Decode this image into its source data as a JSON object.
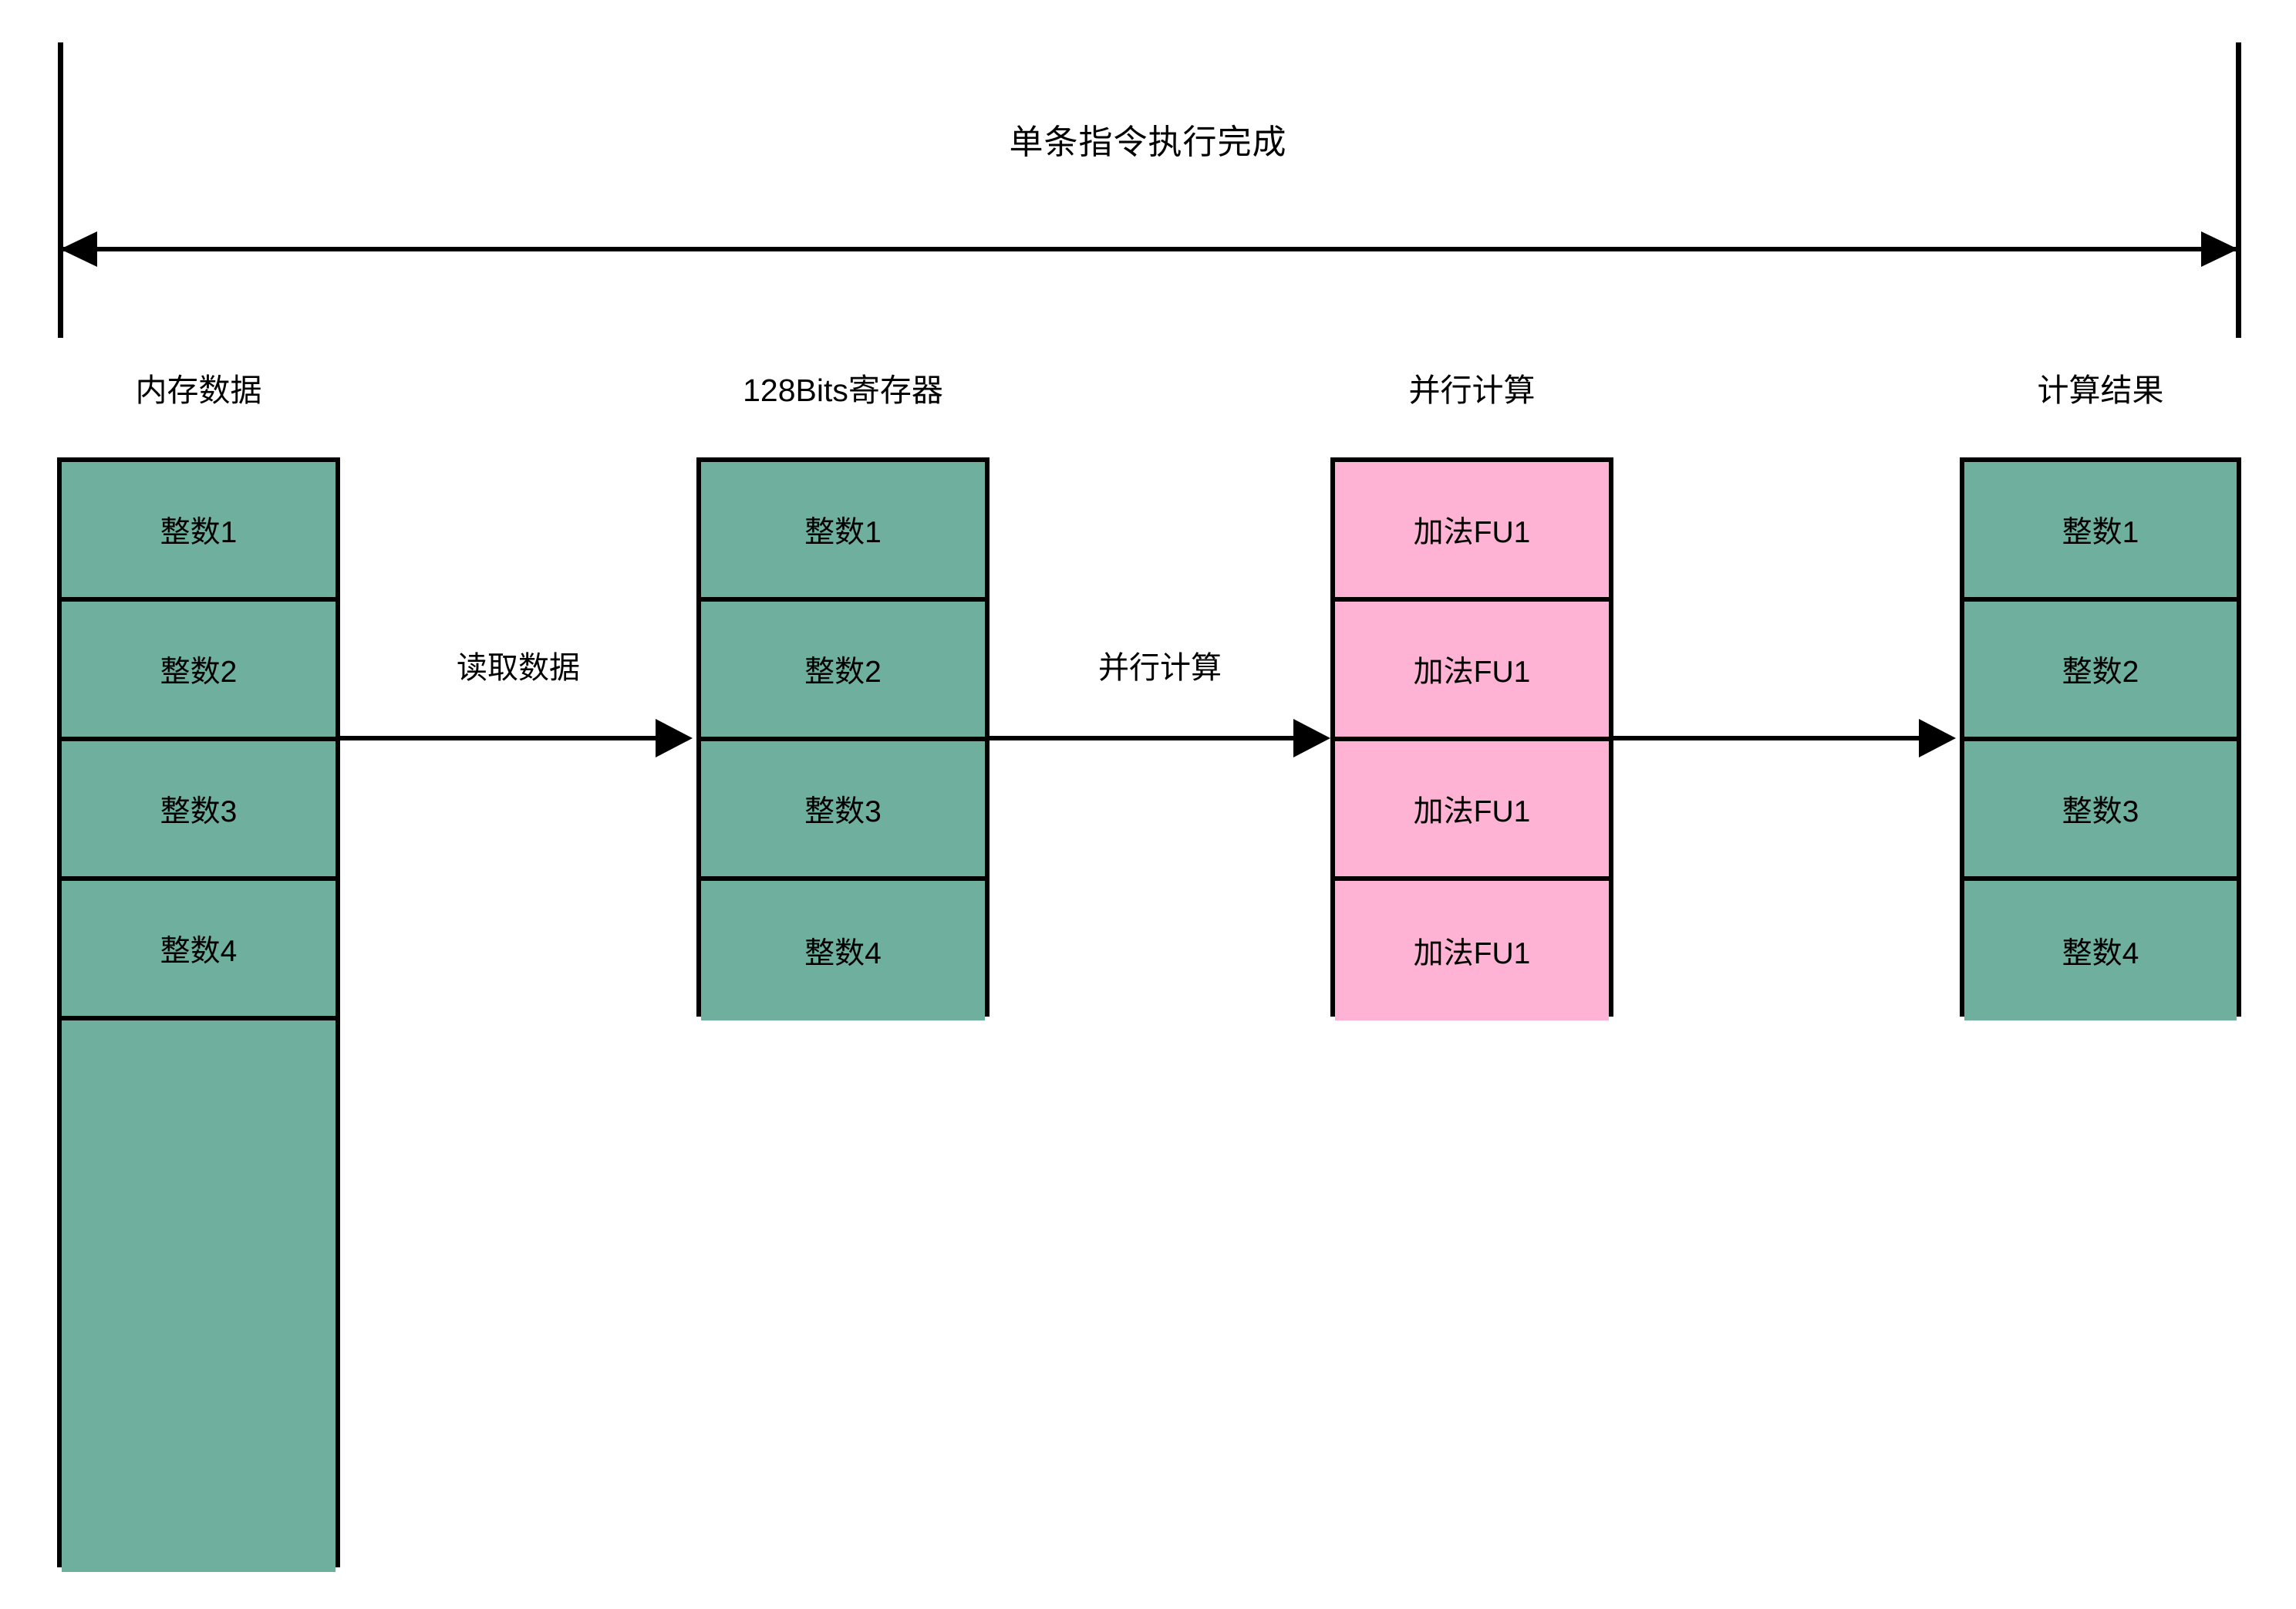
{
  "diagram": {
    "timeline": {
      "caption": "单条指令执行完成"
    },
    "columns": [
      {
        "id": "memory",
        "header": "内存数据",
        "fill": "#6FAF9E",
        "cells": [
          "整数1",
          "整数2",
          "整数3",
          "整数4",
          "",
          "",
          "",
          ""
        ]
      },
      {
        "id": "register",
        "header": "128Bits寄存器",
        "fill": "#6FAF9E",
        "cells": [
          "整数1",
          "整数2",
          "整数3",
          "整数4"
        ]
      },
      {
        "id": "parallel-compute",
        "header": "并行计算",
        "fill": "#FFB3D4",
        "cells": [
          "加法FU1",
          "加法FU1",
          "加法FU1",
          "加法FU1"
        ]
      },
      {
        "id": "result",
        "header": "计算结果",
        "fill": "#6FAF9E",
        "cells": [
          "整数1",
          "整数2",
          "整数3",
          "整数4"
        ]
      }
    ],
    "arrows": [
      {
        "id": "read-data",
        "label": "读取数据"
      },
      {
        "id": "parallel-compute",
        "label": "并行计算"
      },
      {
        "id": "writeback",
        "label": ""
      }
    ],
    "colors": {
      "green": "#6FAF9E",
      "pink": "#FFB3D4",
      "stroke": "#000000",
      "background": "#FFFFFF"
    }
  }
}
